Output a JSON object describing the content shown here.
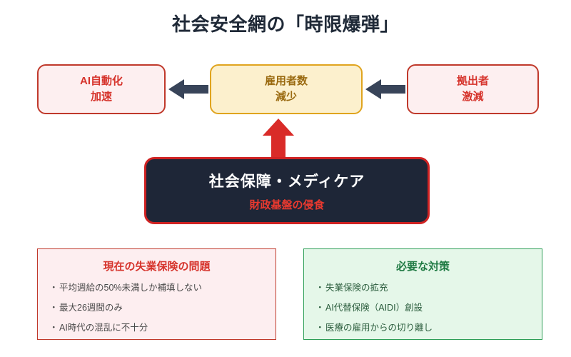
{
  "title": "社会安全網の「時限爆弾」",
  "colors": {
    "title_text": "#1f2937",
    "red_border": "#c0392b",
    "red_fill": "#fdeff0",
    "red_text": "#d6342c",
    "yellow_border": "#e0a41e",
    "yellow_fill": "#fcf0cd",
    "yellow_text": "#9a6a10",
    "core_fill": "#1e2637",
    "core_border": "#cf2222",
    "core_title_text": "#ffffff",
    "core_sub_text": "#e8392f",
    "arrow_dark": "#384459",
    "arrow_red": "#d92b28",
    "green_border": "#2e9e57",
    "green_fill": "#e5f7e9",
    "green_text": "#1f7a43"
  },
  "flow": {
    "ai_box": {
      "line1": "AI自動化",
      "line2": "加速"
    },
    "employment_box": {
      "line1": "雇用者数",
      "line2": "減少"
    },
    "contributor_box": {
      "line1": "拠出者",
      "line2": "激減"
    },
    "core_box": {
      "title": "社会保障・メディケア",
      "subtitle": "財政基盤の侵食"
    },
    "arrows": {
      "left_arrow": "arrow-left",
      "right_arrow": "arrow-left",
      "up_arrow": "arrow-up"
    }
  },
  "panels": {
    "problems": {
      "title": "現在の失業保険の問題",
      "bullet": "・",
      "items": [
        "平均週給の50%未満しか補填しない",
        "最大26週間のみ",
        "AI時代の混乱に不十分"
      ]
    },
    "measures": {
      "title": "必要な対策",
      "bullet": "・",
      "items": [
        "失業保険の拡充",
        "AI代替保険（AIDI）創設",
        "医療の雇用からの切り離し"
      ]
    }
  }
}
